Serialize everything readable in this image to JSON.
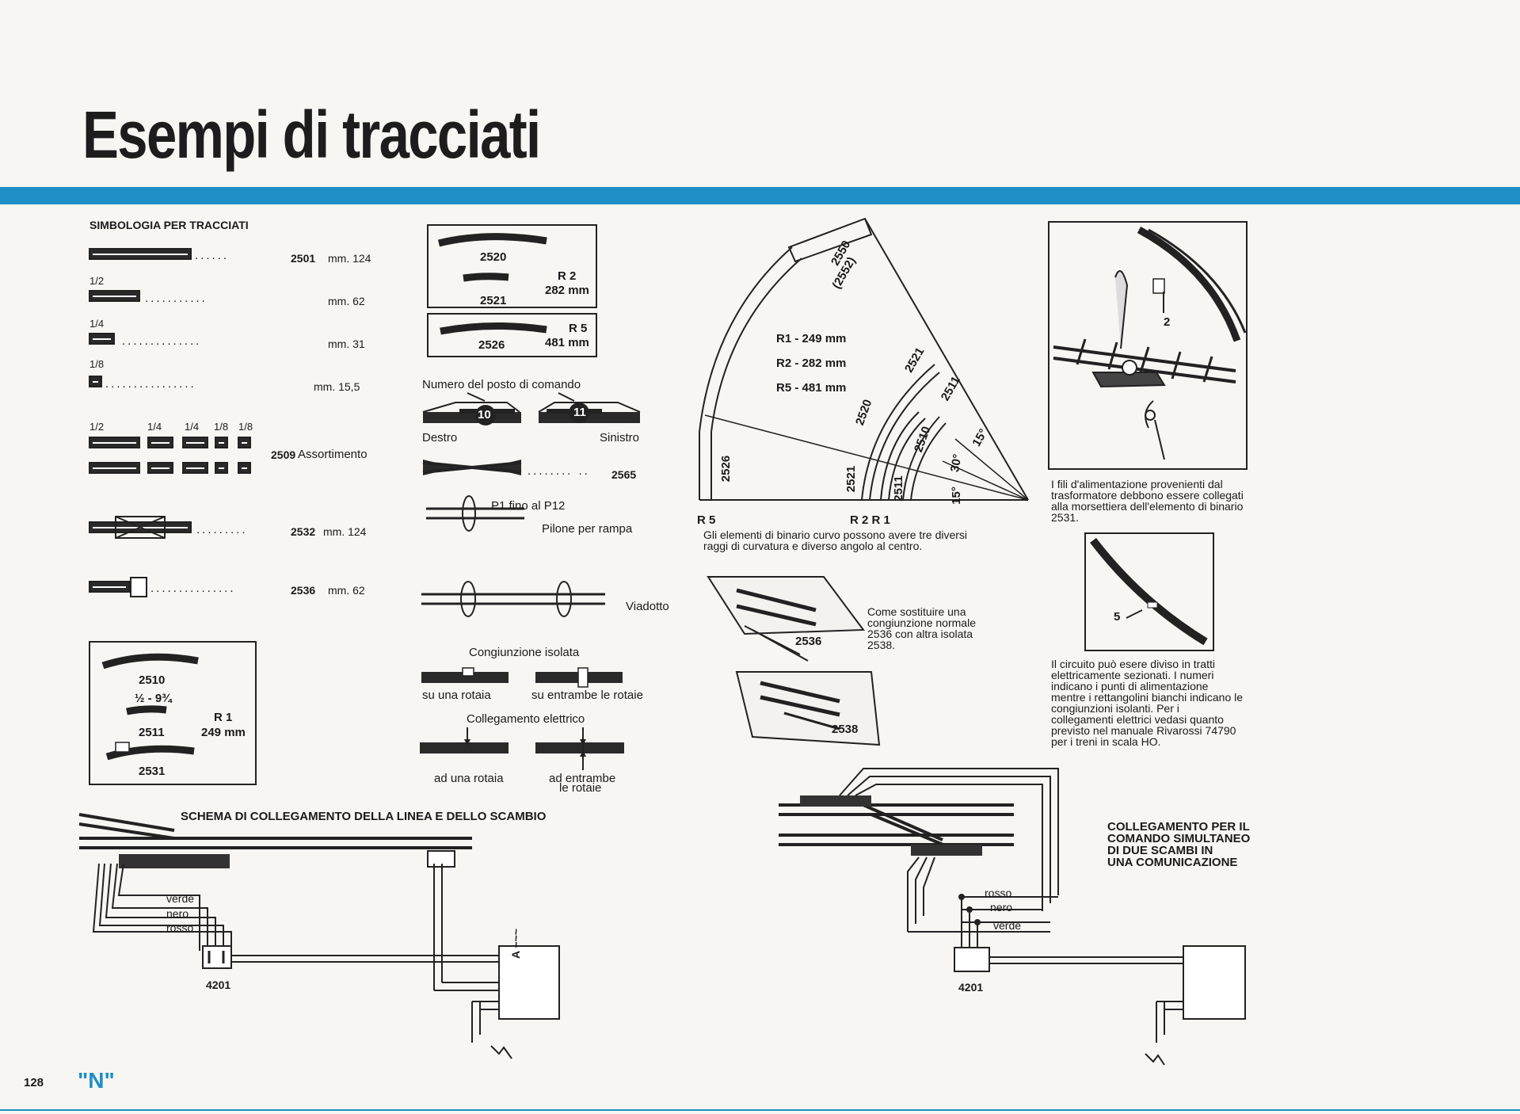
{
  "page": {
    "title": "Esempi di tracciati",
    "page_number": "128",
    "scale_label": "\"N\""
  },
  "symbology": {
    "heading": "SIMBOLOGIA PER TRACCIATI",
    "rows": [
      {
        "fraction": "",
        "dots": "......",
        "code": "2501",
        "length": "mm. 124"
      },
      {
        "fraction": "1/2",
        "dots": "...........",
        "code": "",
        "length": "mm. 62"
      },
      {
        "fraction": "1/4",
        "dots": "..............",
        "code": "",
        "length": "mm. 31"
      },
      {
        "fraction": "1/8",
        "dots": "................",
        "code": "",
        "length": "mm. 15,5"
      }
    ],
    "assortment": {
      "fractions": [
        "1/2",
        "1/4",
        "1/4",
        "1/8",
        "1/8"
      ],
      "code": "2509",
      "label": "Assortimento"
    },
    "uncoupler": {
      "dots": ".........",
      "code": "2532",
      "length": "mm. 124"
    },
    "buffer": {
      "dots": "...............",
      "code": "2536",
      "length": "mm. 62"
    }
  },
  "curve_box_r1": {
    "track_a": "2510",
    "track_a_fraction": "½ - 9¾",
    "track_b": "2511",
    "track_c": "2531",
    "radius_label": "R 1",
    "radius_value": "249 mm"
  },
  "curve_box_r2": {
    "track_a": "2520",
    "track_b": "2521",
    "radius_label": "R 2",
    "radius_value": "282 mm"
  },
  "curve_box_r5": {
    "track_a": "2526",
    "radius_label": "R 5",
    "radius_value": "481 mm"
  },
  "controls": {
    "command_post_label": "Numero del posto di comando",
    "right_number": "10",
    "left_number": "11",
    "right_label": "Destro",
    "left_label": "Sinistro",
    "crossing_dots": "........ ..",
    "crossing_code": "2565",
    "pylon_range": "P1 fino al P12",
    "pylon_label": "Pilone per rampa",
    "viaduct_label": "Viadotto",
    "insulated_joint_title": "Congiunzione isolata",
    "one_rail": "su una rotaia",
    "both_rails": "su entrambe le rotaie",
    "electric_title": "Collegamento elettrico",
    "ad_one_rail": "ad una rotaia",
    "ad_both_rails_1": "ad entrambe",
    "ad_both_rails_2": "le rotaie"
  },
  "radius_diagram": {
    "legend": [
      "R1 - 249 mm",
      "R2 - 282 mm",
      "R5 - 481 mm"
    ],
    "track_labels": [
      "2550",
      "(2552)",
      "2521",
      "2511",
      "2520",
      "2510",
      "2526",
      "2521",
      "2511"
    ],
    "angles": [
      "15°",
      "30°",
      "15°"
    ],
    "bottom_left": "R 5",
    "bottom_right": "R 2  R 1",
    "caption": "Gli elementi di binario curvo possono avere tre diversi raggi di curvatura e diverso angolo al centro."
  },
  "joint_replacement": {
    "text": "Come sostituire una congiunzione normale 2536 con altra isolata 2538.",
    "label_a": "2536",
    "label_b": "2538"
  },
  "feeder": {
    "number": "2",
    "caption": "I fili d'alimentazione provenienti dal trasformatore debbono essere collegati alla morsettiera dell'elemento di binario 2531."
  },
  "sections": {
    "number": "5",
    "caption": "Il circuito può esere diviso in tratti elettricamente sezionati. I numeri indicano i punti di alimentazione mentre i rettangolini bianchi indicano le congiunzioni isolanti. Per i collegamenti elettrici vedasi quanto previsto nel manuale Rivarossi 74790 per i treni in scala HO."
  },
  "wiring_left": {
    "title": "SCHEMA DI COLLEGAMENTO DELLA LINEA E DELLO SCAMBIO",
    "wires": [
      "verde",
      "nero",
      "rosso"
    ],
    "switch_code": "4201",
    "transformer_marks": "A ~~~"
  },
  "wiring_right": {
    "title_lines": [
      "COLLEGAMENTO PER IL",
      "COMANDO SIMULTANEO",
      "DI DUE SCAMBI IN",
      "UNA COMUNICAZIONE"
    ],
    "wires": [
      "rosso",
      "nero",
      "verde"
    ],
    "switch_code": "4201"
  },
  "colors": {
    "band": "#1d8fc6",
    "ink": "#1a1a1a",
    "paper": "#f7f6f2"
  }
}
